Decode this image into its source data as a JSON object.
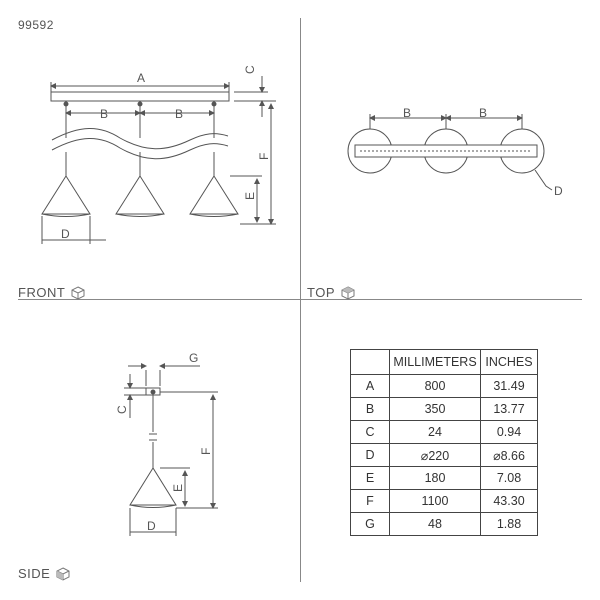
{
  "product_code": "99592",
  "views": {
    "front": "FRONT",
    "top": "TOP",
    "side": "SIDE"
  },
  "dimension_labels": [
    "A",
    "B",
    "C",
    "D",
    "E",
    "F",
    "G"
  ],
  "table": {
    "headers": [
      "",
      "MILLIMETERS",
      "INCHES"
    ],
    "rows": [
      {
        "label": "A",
        "mm": "800",
        "inches": "31.49"
      },
      {
        "label": "B",
        "mm": "350",
        "inches": "13.77"
      },
      {
        "label": "C",
        "mm": "24",
        "inches": "0.94"
      },
      {
        "label": "D",
        "mm": "⌀220",
        "inches": "⌀8.66"
      },
      {
        "label": "E",
        "mm": "180",
        "inches": "7.08"
      },
      {
        "label": "F",
        "mm": "1100",
        "inches": "43.30"
      },
      {
        "label": "G",
        "mm": "48",
        "inches": "1.88"
      }
    ]
  },
  "icons": {
    "view_cube": "view-cube-icon"
  },
  "colors": {
    "line": "#555555",
    "divider": "#888888"
  }
}
